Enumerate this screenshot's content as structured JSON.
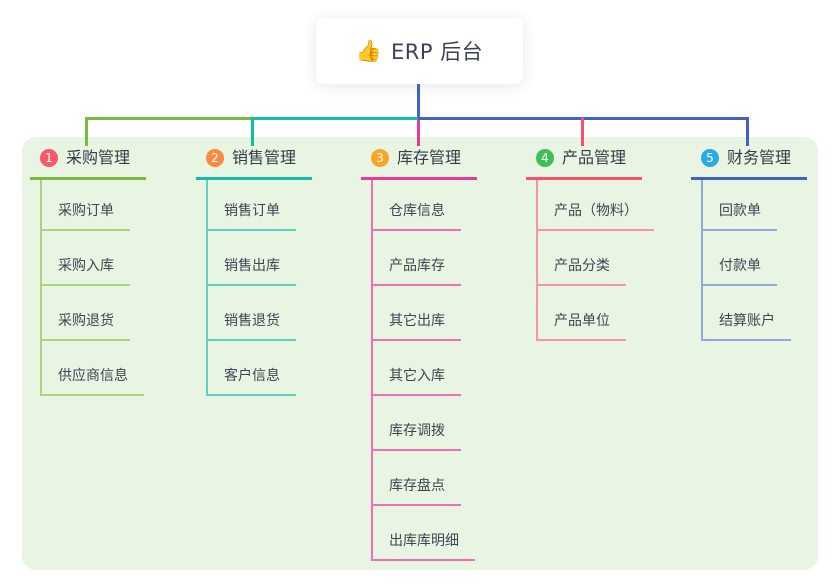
{
  "root": {
    "icon": "👍",
    "title": "ERP 后台"
  },
  "colors": {
    "canvas": "#ffffff",
    "panel": "#e7f5e2",
    "root_line": "#4161c6"
  },
  "branches": [
    {
      "number": "1",
      "label": "采购管理",
      "badge_color": "#f8596b",
      "main_color": "#7cb93f",
      "light_color": "#a9d37f",
      "items": [
        "采购订单",
        "采购入库",
        "采购退货",
        "供应商信息"
      ]
    },
    {
      "number": "2",
      "label": "销售管理",
      "badge_color": "#fb8b40",
      "main_color": "#13bca9",
      "light_color": "#62cfc3",
      "items": [
        "销售订单",
        "销售出库",
        "销售退货",
        "客户信息"
      ]
    },
    {
      "number": "3",
      "label": "库存管理",
      "badge_color": "#fba527",
      "main_color": "#e93a9b",
      "light_color": "#f070b5",
      "items": [
        "仓库信息",
        "产品库存",
        "其它出库",
        "其它入库",
        "库存调拨",
        "库存盘点",
        "出库库明细"
      ]
    },
    {
      "number": "4",
      "label": "产品管理",
      "badge_color": "#3fbe5b",
      "main_color": "#f8506b",
      "light_color": "#fb93a0",
      "items": [
        "产品（物料）",
        "产品分类",
        "产品单位"
      ]
    },
    {
      "number": "5",
      "label": "财务管理",
      "badge_color": "#29ace3",
      "main_color": "#4161c6",
      "light_color": "#93a6de",
      "items": [
        "回款单",
        "付款单",
        "结算账户"
      ]
    }
  ]
}
